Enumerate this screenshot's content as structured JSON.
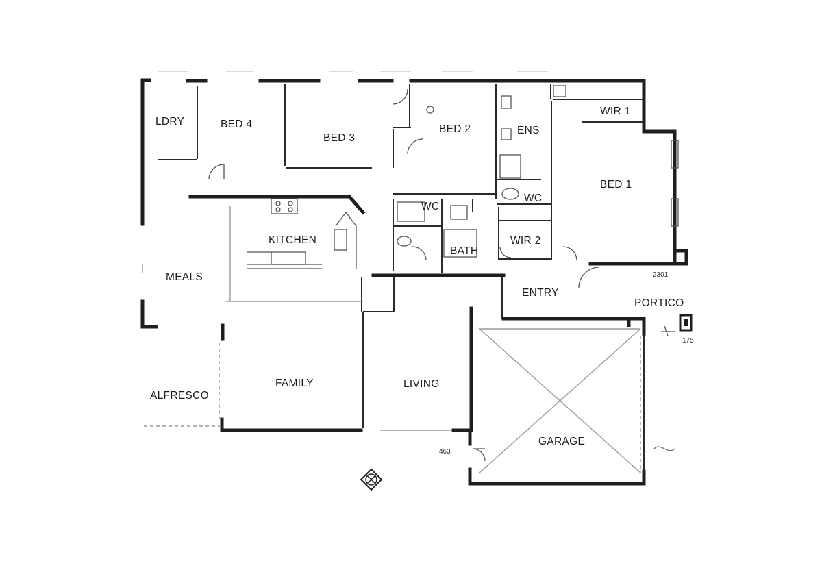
{
  "diagram": {
    "type": "floor-plan",
    "rooms": [
      {
        "id": "ldry",
        "label": "LDRY"
      },
      {
        "id": "bed4",
        "label": "BED 4"
      },
      {
        "id": "bed3",
        "label": "BED 3"
      },
      {
        "id": "bed2",
        "label": "BED 2"
      },
      {
        "id": "ens",
        "label": "ENS"
      },
      {
        "id": "wir1",
        "label": "WIR 1"
      },
      {
        "id": "bed1",
        "label": "BED 1"
      },
      {
        "id": "wc1",
        "label": "WC"
      },
      {
        "id": "wc2",
        "label": "WC"
      },
      {
        "id": "kitchen",
        "label": "KITCHEN"
      },
      {
        "id": "bath",
        "label": "BATH"
      },
      {
        "id": "wir2",
        "label": "WIR 2"
      },
      {
        "id": "meals",
        "label": "MEALS"
      },
      {
        "id": "entry",
        "label": "ENTRY"
      },
      {
        "id": "portico",
        "label": "PORTICO"
      },
      {
        "id": "family",
        "label": "FAMILY"
      },
      {
        "id": "living",
        "label": "LIVING"
      },
      {
        "id": "alfresco",
        "label": "ALFRESCO"
      },
      {
        "id": "garage",
        "label": "GARAGE"
      }
    ],
    "dimensions": [
      {
        "id": "dim-2301",
        "label": "2301"
      },
      {
        "id": "dim-463",
        "label": "463"
      },
      {
        "id": "dim-175",
        "label": "175"
      }
    ]
  }
}
